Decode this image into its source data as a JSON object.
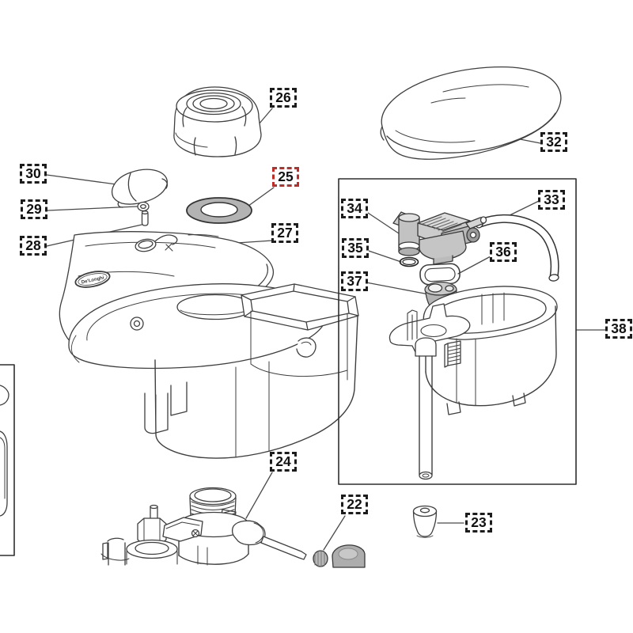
{
  "diagram": {
    "type": "exploded-parts-diagram",
    "brand_logo": "De'Longhi",
    "selected_part": "25",
    "colors": {
      "background": "#ffffff",
      "line": "#3f3f3f",
      "label_border": "#1c1c1c",
      "highlight": "#be2d28",
      "shaded_part": "#b5b5b5"
    },
    "labels": [
      {
        "id": "26",
        "text": "26"
      },
      {
        "id": "25",
        "text": "25"
      },
      {
        "id": "27",
        "text": "27"
      },
      {
        "id": "30",
        "text": "30"
      },
      {
        "id": "29",
        "text": "29"
      },
      {
        "id": "28",
        "text": "28"
      },
      {
        "id": "32",
        "text": "32"
      },
      {
        "id": "33",
        "text": "33"
      },
      {
        "id": "34",
        "text": "34"
      },
      {
        "id": "35",
        "text": "35"
      },
      {
        "id": "36",
        "text": "36"
      },
      {
        "id": "37",
        "text": "37"
      },
      {
        "id": "38",
        "text": "38"
      },
      {
        "id": "24",
        "text": "24"
      },
      {
        "id": "22",
        "text": "22"
      },
      {
        "id": "23",
        "text": "23"
      }
    ]
  }
}
